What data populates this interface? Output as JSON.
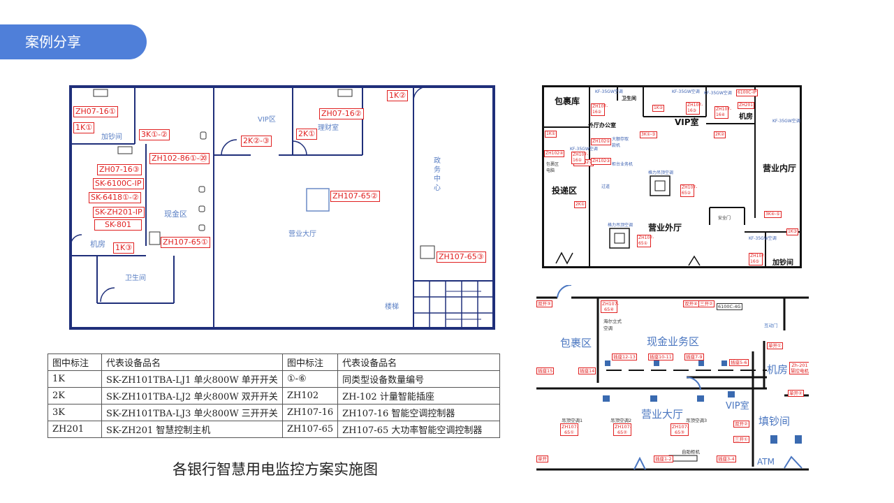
{
  "header": {
    "tab_label": "案例分享"
  },
  "plan_left": {
    "rooms": {
      "cash_room": "加钞间",
      "vip": "VIP区",
      "finance": "理财室",
      "gov": "政务中心",
      "cash_area": "现金区",
      "machine": "机房",
      "hall": "营业大厅",
      "toilet": "卫生间",
      "stairs": "楼梯"
    },
    "labels": [
      "ZH07-16①",
      "1K①",
      "3K①-②",
      "ZH102-86①-⑳",
      "2K②-③",
      "ZH07-16②",
      "2K①",
      "1K②",
      "ZH07-16③",
      "SK-6100C-IP",
      "SK-6418①-②",
      "SK-ZH201-IP",
      "SK-801",
      "1K③",
      "ZH107-65①",
      "ZH107-65②",
      "ZH107-65③"
    ]
  },
  "plan_right_top": {
    "rooms": {
      "parcel": "包裹库",
      "wc": "卫生间",
      "outer_office": "外厅办公室",
      "vip": "VIP室",
      "server": "机房",
      "inner_hall": "营业内厅",
      "drop": "投递区",
      "outer_hall": "营业外厅",
      "cash": "加钞间",
      "safe_door": "安全门",
      "parcel_pc": "包裹区电脑",
      "corridor": "过道",
      "counter": "柜台业务机",
      "vending": "大额存取款机",
      "ac1": "格力吊顶空调",
      "ac2": "格力吊顶空调"
    },
    "labels": [
      "1K②",
      "ZH107-16②",
      "3K①-③",
      "ZH107-16③",
      "ZH107-16④",
      "2K②",
      "1K①",
      "ZH102④",
      "ZH102①",
      "ZH102②",
      "ZH107-16①",
      "ZH102③",
      "2K①",
      "ZH107-65②",
      "3K④-⑤",
      "ZH107-65①",
      "1K③",
      "ZH107-16⑤",
      "6100C-IP",
      "ZH201",
      "KF-35GW空调",
      "KF-35GW空调",
      "KF-35GW空调",
      "KF-35GW空调",
      "KF-35GW空调",
      "KF-35GW空调"
    ]
  },
  "plan_right_bottom": {
    "rooms": {
      "parcel": "包裹区",
      "cash_biz": "现金业务区",
      "machine": "机房",
      "hall": "营业大厅",
      "vip": "VIP室",
      "fill": "填钞间",
      "atm": "ATM",
      "ac_stand": "海尔立式空调",
      "ac1": "吊顶空调1",
      "ac2": "吊顶空调2",
      "ac3": "吊顶空调3",
      "self_service": "自助柜机",
      "inter_door": "互动门"
    },
    "labels": [
      "双开③",
      "ZH107-65④",
      "双开④",
      "三开②",
      "6100C-4G",
      "单开①",
      "插座15",
      "插座14",
      "插座12-13",
      "插座10-11",
      "插座7-9",
      "插座5-6",
      "Zh-201慧控电机",
      "单开②",
      "ZH107-65①",
      "ZH107-65②",
      "ZH107-65③",
      "双开②",
      "三开①",
      "单开",
      "插座1-2",
      "插座3-4"
    ]
  },
  "legend": {
    "headers": [
      "图中标注",
      "代表设备品名",
      "图中标注",
      "代表设备品名"
    ],
    "rows": [
      [
        "1K",
        "SK-ZH101TBA-LJ1 单火800W 单开开关",
        "①-⑥",
        "同类型设备数量编号"
      ],
      [
        "2K",
        "SK-ZH101TBA-LJ2 单火800W 双开开关",
        "ZH102",
        "ZH-102 计量智能插座"
      ],
      [
        "3K",
        "SK-ZH101TBA-LJ3 单火800W 三开开关",
        "ZH107-16",
        "ZH107-16 智能空调控制器"
      ],
      [
        "ZH201",
        "SK-ZH201 智慧控制主机",
        "ZH107-65",
        "ZH107-65 大功率智能空调控制器"
      ]
    ]
  },
  "caption": "各银行智慧用电监控方案实施图",
  "colors": {
    "accent": "#4f7fd9",
    "wall": "#1f2f7a",
    "label_red": "#e01f1f"
  }
}
